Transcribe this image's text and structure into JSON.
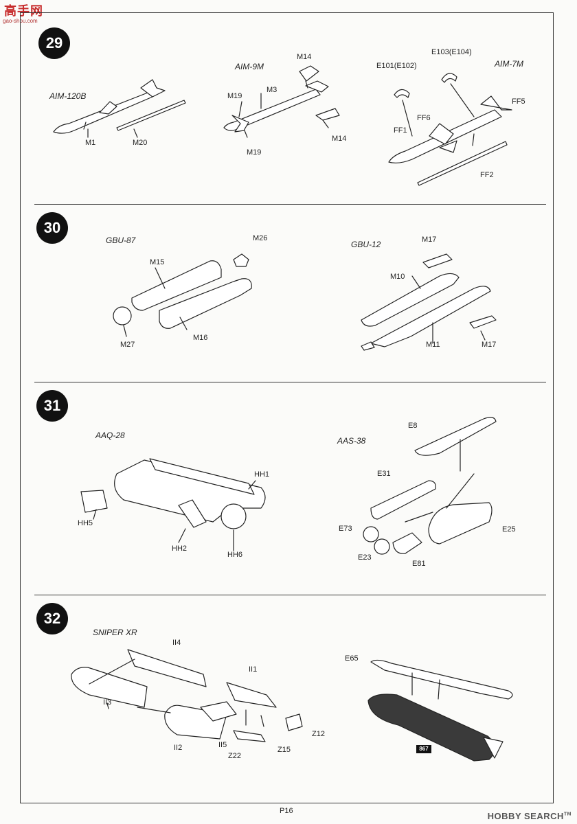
{
  "watermark": {
    "logo_text": "高手网",
    "logo_url_text": "gao-shou.com",
    "brand": "HOBBY SEARCH",
    "trademark": "TM"
  },
  "page_number": "P16",
  "steps": [
    {
      "number": "29",
      "titles": [
        "AIM-120B",
        "AIM-9M",
        "AIM-7M"
      ],
      "labels": [
        "M1",
        "M20",
        "M14",
        "M3",
        "M19",
        "M19",
        "M14",
        "E101(E102)",
        "E103(E104)",
        "FF5",
        "FF6",
        "FF1",
        "FF2"
      ]
    },
    {
      "number": "30",
      "titles": [
        "GBU-87",
        "GBU-12"
      ],
      "labels": [
        "M26",
        "M15",
        "M27",
        "M16",
        "M17",
        "M10",
        "M11",
        "M17"
      ]
    },
    {
      "number": "31",
      "titles": [
        "AAQ-28",
        "AAS-38"
      ],
      "labels": [
        "HH1",
        "HH5",
        "HH2",
        "HH6",
        "E8",
        "E31",
        "E73",
        "E23",
        "E81",
        "E25"
      ]
    },
    {
      "number": "32",
      "titles": [
        "SNIPER XR"
      ],
      "labels": [
        "II4",
        "II1",
        "II3",
        "II2",
        "II5",
        "Z22",
        "Z15",
        "Z12",
        "E65"
      ],
      "decal_number": "867"
    }
  ]
}
